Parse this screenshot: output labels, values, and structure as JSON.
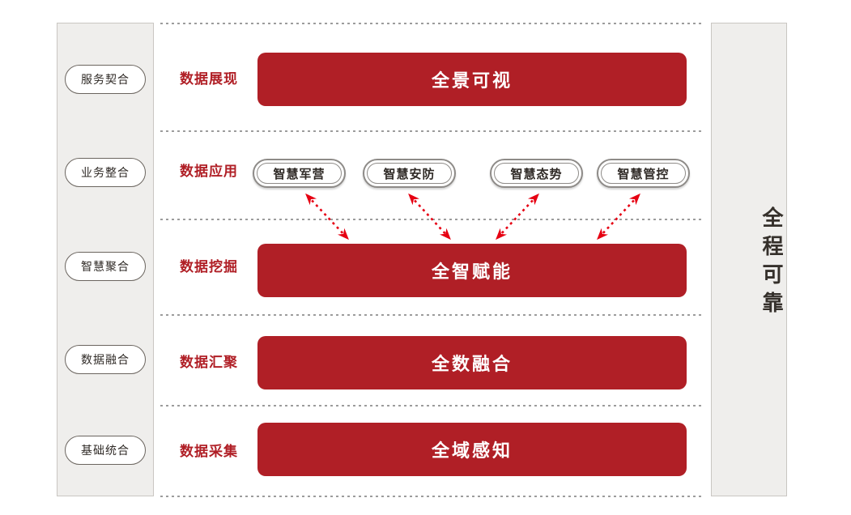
{
  "colors": {
    "banner_red": "#b01f26",
    "label_red": "#b01f26",
    "arrow_red": "#e60012",
    "panel_bg": "#efeeec",
    "panel_border": "#c9c6c2",
    "pill_border": "#6b655f",
    "app_pill_border": "#8e8b88",
    "text_dark": "#2f2a26",
    "dotted_line": "#9c9c9c"
  },
  "left_panel": {
    "items": [
      "服务契合",
      "业务整合",
      "智慧聚合",
      "数据融合",
      "基础统合"
    ]
  },
  "rows": [
    {
      "label": "数据展现",
      "banner": "全景可视"
    },
    {
      "label": "数据应用",
      "apps": [
        "智慧军营",
        "智慧安防",
        "智慧态势",
        "智慧管控"
      ]
    },
    {
      "label": "数据挖掘",
      "banner": "全智赋能"
    },
    {
      "label": "数据汇聚",
      "banner": "全数融合"
    },
    {
      "label": "数据采集",
      "banner": "全域感知"
    }
  ],
  "right_panel": {
    "label": "全程可靠"
  }
}
